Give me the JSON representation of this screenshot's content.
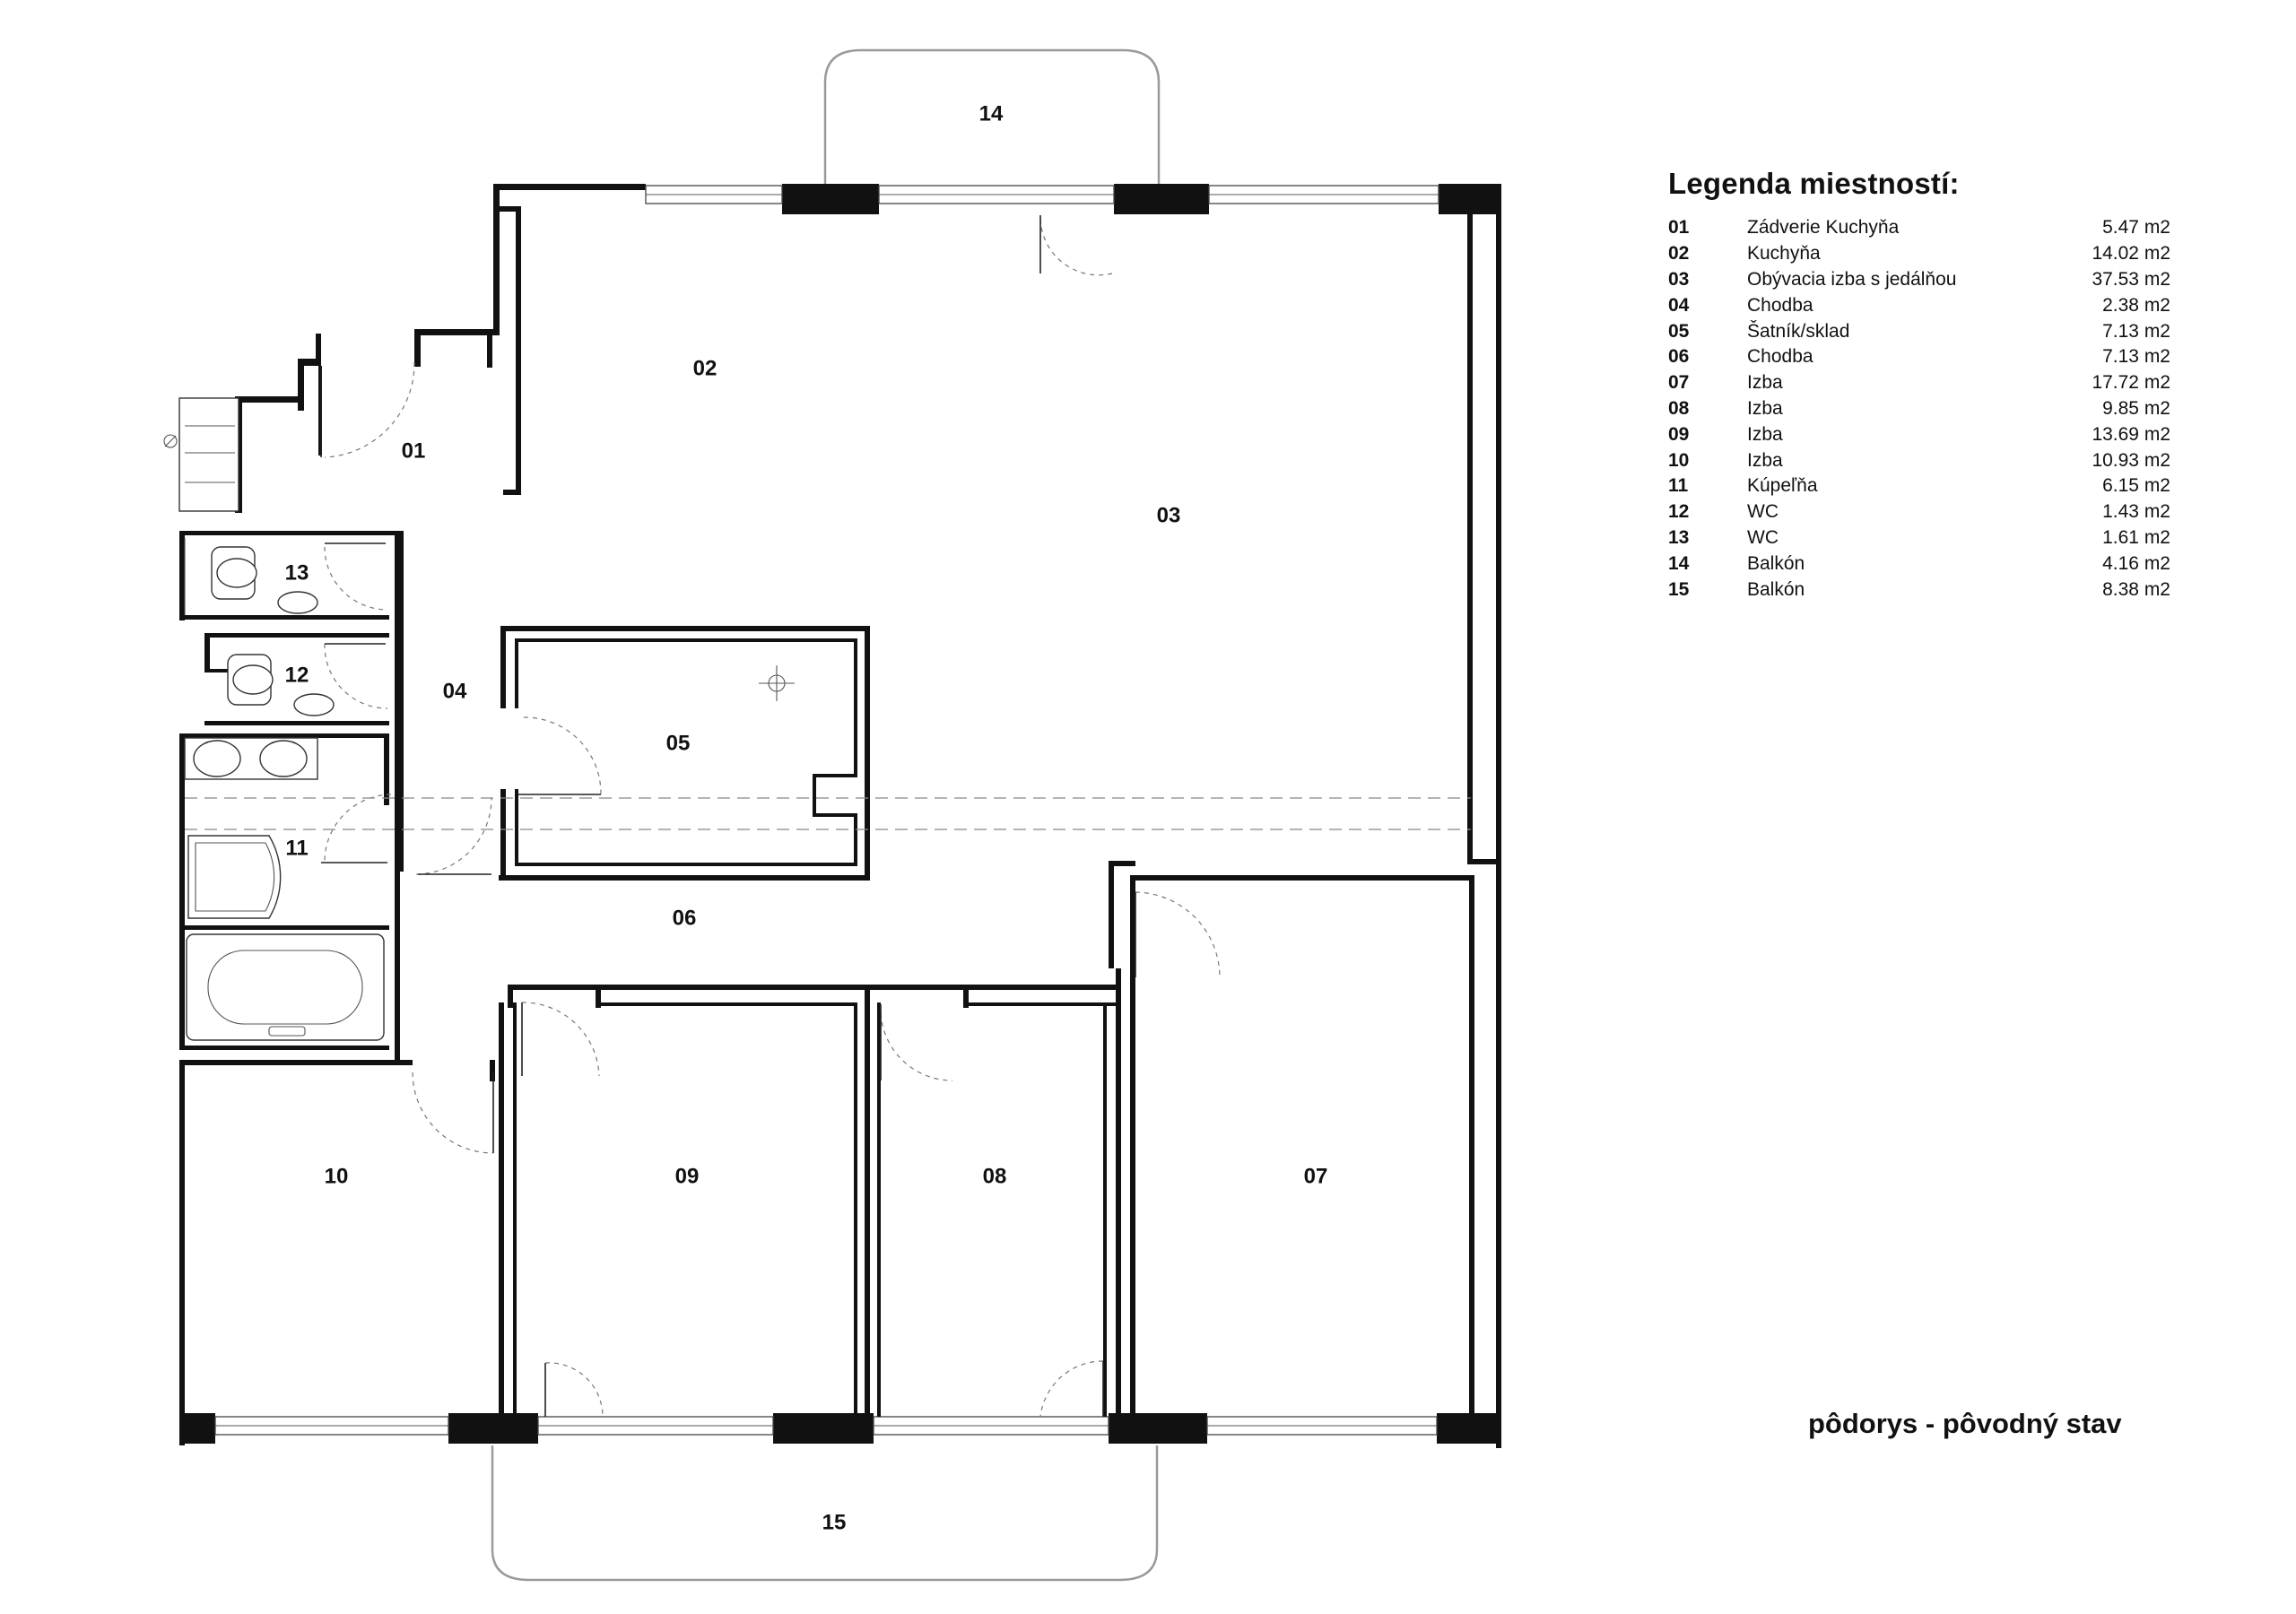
{
  "legend": {
    "title": "Legenda miestností:",
    "rooms": [
      {
        "num": "01",
        "name": "Zádverie Kuchyňa",
        "area": "5.47 m2"
      },
      {
        "num": "02",
        "name": "Kuchyňa",
        "area": "14.02 m2"
      },
      {
        "num": "03",
        "name": "Obývacia izba s jedálňou",
        "area": "37.53 m2"
      },
      {
        "num": "04",
        "name": "Chodba",
        "area": "2.38 m2"
      },
      {
        "num": "05",
        "name": "Šatník/sklad",
        "area": "7.13 m2"
      },
      {
        "num": "06",
        "name": "Chodba",
        "area": "7.13 m2"
      },
      {
        "num": "07",
        "name": "Izba",
        "area": "17.72 m2"
      },
      {
        "num": "08",
        "name": "Izba",
        "area": "9.85 m2"
      },
      {
        "num": "09",
        "name": "Izba",
        "area": "13.69 m2"
      },
      {
        "num": "10",
        "name": "Izba",
        "area": "10.93 m2"
      },
      {
        "num": "11",
        "name": "Kúpeľňa",
        "area": "6.15 m2"
      },
      {
        "num": "12",
        "name": "WC",
        "area": "1.43 m2"
      },
      {
        "num": "13",
        "name": "WC",
        "area": "1.61 m2"
      },
      {
        "num": "14",
        "name": "Balkón",
        "area": "4.16 m2"
      },
      {
        "num": "15",
        "name": "Balkón",
        "area": "8.38 m2"
      }
    ]
  },
  "plan": {
    "caption": "pôdorys - pôvodný stav",
    "room_labels": {
      "r01": "01",
      "r02": "02",
      "r03": "03",
      "r04": "04",
      "r05": "05",
      "r06": "06",
      "r07": "07",
      "r08": "08",
      "r09": "09",
      "r10": "10",
      "r11": "11",
      "r12": "12",
      "r13": "13",
      "r14": "14",
      "r15": "15"
    }
  },
  "colors": {
    "wall": "#111111",
    "background": "#ffffff",
    "balcony": "#9a9a9a"
  }
}
